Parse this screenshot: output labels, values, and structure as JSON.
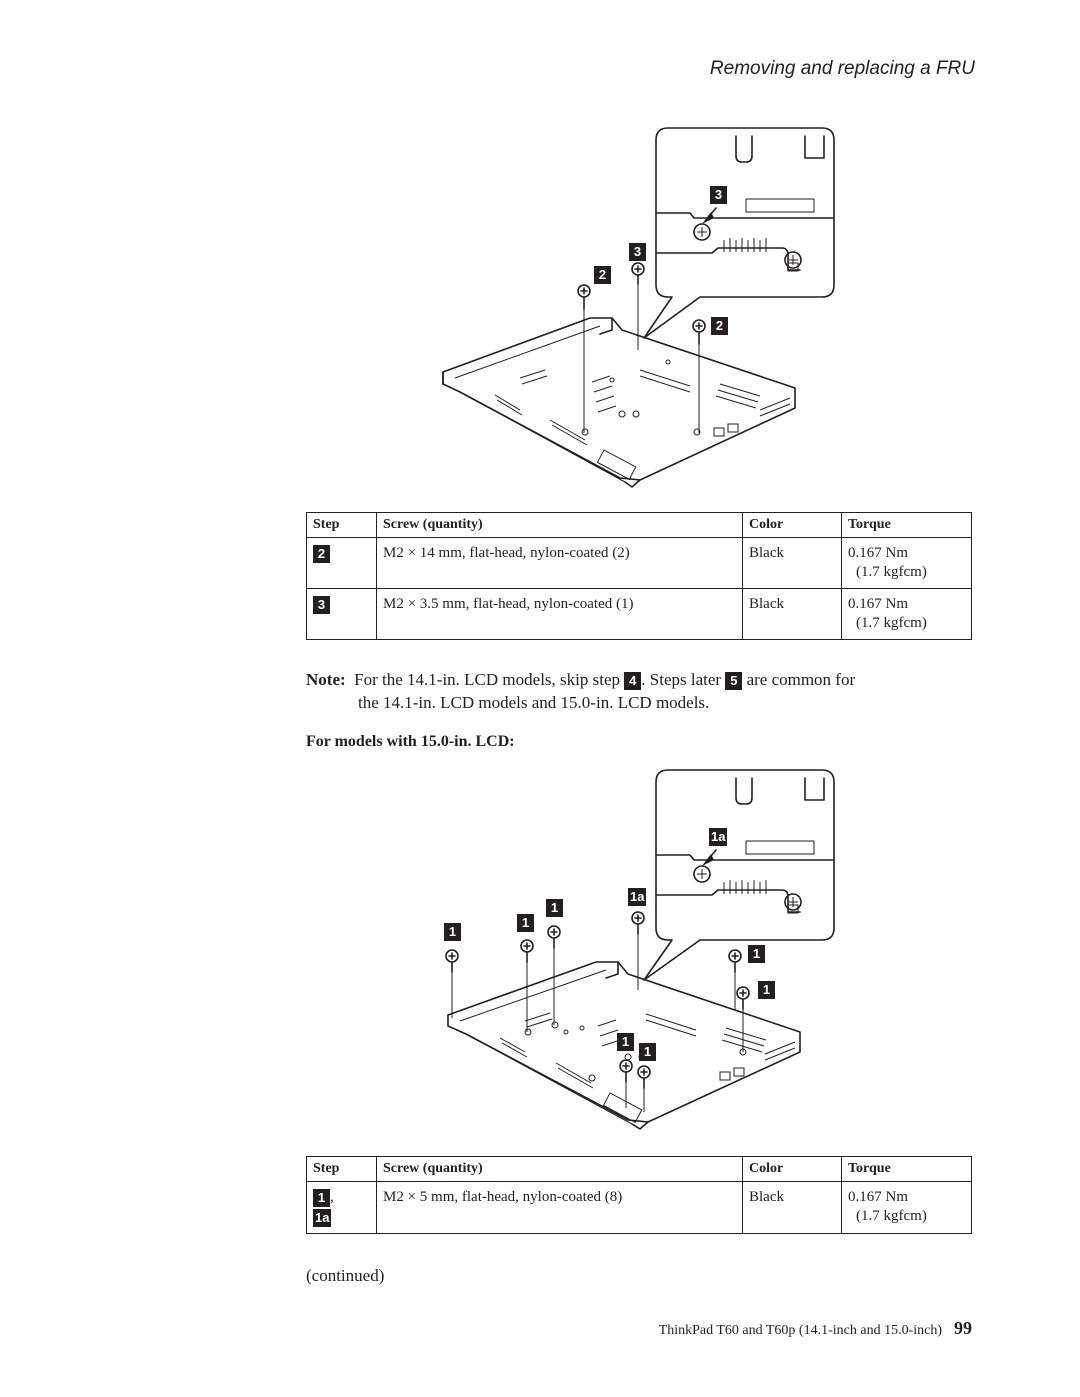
{
  "header": {
    "title": "Removing and replacing a FRU"
  },
  "figure1": {
    "callouts": {
      "c3_detail": "3",
      "c3": "3",
      "c2_left": "2",
      "c2_right": "2"
    }
  },
  "table1": {
    "headers": {
      "step": "Step",
      "screw": "Screw (quantity)",
      "color": "Color",
      "torque": "Torque"
    },
    "rows": [
      {
        "step": "2",
        "screw": "M2 × 14 mm, flat-head, nylon-coated (2)",
        "color": "Black",
        "torque": "0.167 Nm",
        "torque2": "(1.7 kgfcm)"
      },
      {
        "step": "3",
        "screw": "M2 × 3.5 mm, flat-head, nylon-coated (1)",
        "color": "Black",
        "torque": "0.167 Nm",
        "torque2": "(1.7 kgfcm)"
      }
    ]
  },
  "note": {
    "label": "Note:",
    "text1": "For the 14.1-in. LCD models, skip step",
    "step_a": "4",
    "text2": ". Steps later",
    "step_b": "5",
    "text3": "are common for",
    "line2": "the 14.1-in. LCD models and 15.0-in. LCD models."
  },
  "subheading": "For models with 15.0-in. LCD:",
  "figure2": {
    "callouts": {
      "c1a_detail": "1a",
      "c1a": "1a",
      "c1": "1"
    }
  },
  "table2": {
    "headers": {
      "step": "Step",
      "screw": "Screw (quantity)",
      "color": "Color",
      "torque": "Torque"
    },
    "rows": [
      {
        "step": "1",
        "step_sep": ",",
        "step_b": "1a",
        "screw": "M2 × 5 mm, flat-head, nylon-coated (8)",
        "color": "Black",
        "torque": "0.167 Nm",
        "torque2": "(1.7 kgfcm)"
      }
    ]
  },
  "continued": "(continued)",
  "footer": {
    "text": "ThinkPad T60 and T60p (14.1-inch and 15.0-inch)",
    "page": "99"
  }
}
